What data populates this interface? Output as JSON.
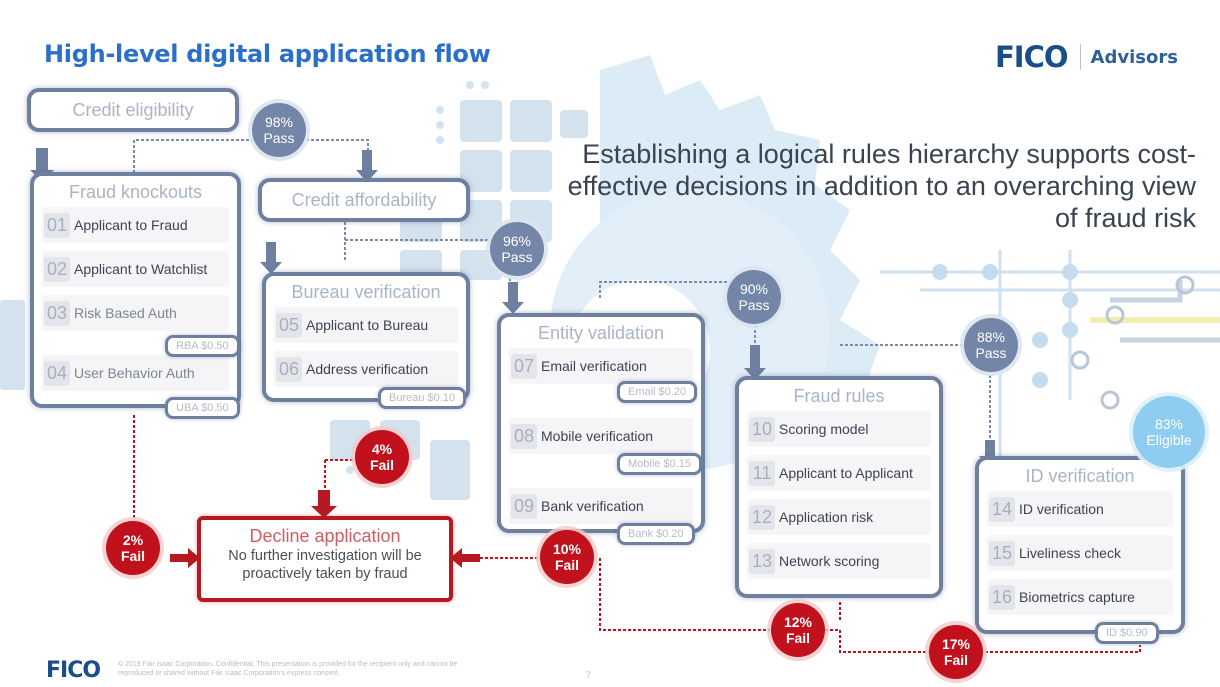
{
  "title": "High-level digital application flow",
  "logo": {
    "brand": "FICO",
    "product": "Advisors"
  },
  "tagline": "Establishing a logical rules hierarchy supports cost-effective decisions in addition to an overarching view of fraud risk",
  "colors": {
    "title": "#2a6fc9",
    "brand": "#1a4e8a",
    "box_border": "#6f7fa0",
    "pass": "#7486a8",
    "fail": "#c0111c",
    "eligible": "#8ecdf0",
    "decline_border": "#b81820"
  },
  "stages": {
    "credit_eligibility": {
      "label": "Credit eligibility"
    },
    "credit_affordability": {
      "label": "Credit affordability"
    },
    "fraud_knockouts": {
      "label": "Fraud knockouts",
      "items": [
        {
          "num": "01",
          "label": "Applicant to Fraud"
        },
        {
          "num": "02",
          "label": "Applicant to Watchlist"
        },
        {
          "num": "03",
          "label": "Risk Based Auth",
          "cost": "RBA $0.50"
        },
        {
          "num": "04",
          "label": "User Behavior Auth",
          "cost": "UBA $0.50"
        }
      ]
    },
    "bureau_verification": {
      "label": "Bureau verification",
      "items": [
        {
          "num": "05",
          "label": "Applicant to Bureau"
        },
        {
          "num": "06",
          "label": "Address verification"
        }
      ],
      "cost": "Bureau $0.10"
    },
    "entity_validation": {
      "label": "Entity validation",
      "items": [
        {
          "num": "07",
          "label": "Email verification",
          "cost": "Email $0.20"
        },
        {
          "num": "08",
          "label": "Mobile verification",
          "cost": "Mobile $0.15"
        },
        {
          "num": "09",
          "label": "Bank verification",
          "cost": "Bank $0.20"
        }
      ]
    },
    "fraud_rules": {
      "label": "Fraud rules",
      "items": [
        {
          "num": "10",
          "label": "Scoring model"
        },
        {
          "num": "11",
          "label": "Applicant to Applicant"
        },
        {
          "num": "12",
          "label": "Application risk"
        },
        {
          "num": "13",
          "label": "Network scoring"
        }
      ]
    },
    "id_verification": {
      "label": "ID verification",
      "items": [
        {
          "num": "14",
          "label": "ID verification"
        },
        {
          "num": "15",
          "label": "Liveliness check"
        },
        {
          "num": "16",
          "label": "Biometrics capture"
        }
      ],
      "cost": "ID $0.90"
    }
  },
  "badges": {
    "pass_98": {
      "value": "98%",
      "label": "Pass"
    },
    "pass_96": {
      "value": "96%",
      "label": "Pass"
    },
    "pass_90": {
      "value": "90%",
      "label": "Pass"
    },
    "pass_88": {
      "value": "88%",
      "label": "Pass"
    },
    "eligible_83": {
      "value": "83%",
      "label": "Eligible"
    },
    "fail_2": {
      "value": "2%",
      "label": "Fail"
    },
    "fail_4": {
      "value": "4%",
      "label": "Fail"
    },
    "fail_10": {
      "value": "10%",
      "label": "Fail"
    },
    "fail_12": {
      "value": "12%",
      "label": "Fail"
    },
    "fail_17": {
      "value": "17%",
      "label": "Fail"
    }
  },
  "decline": {
    "title": "Decline application",
    "text": "No further investigation will be proactively taken by fraud"
  },
  "footer": {
    "brand": "FICO",
    "copyright": "© 2019 Fair Isaac Corporation. Confidential. This presentation is provided for the recipient only and cannot be reproduced or shared without Fair Isaac Corporation's express consent.",
    "page": "7"
  }
}
